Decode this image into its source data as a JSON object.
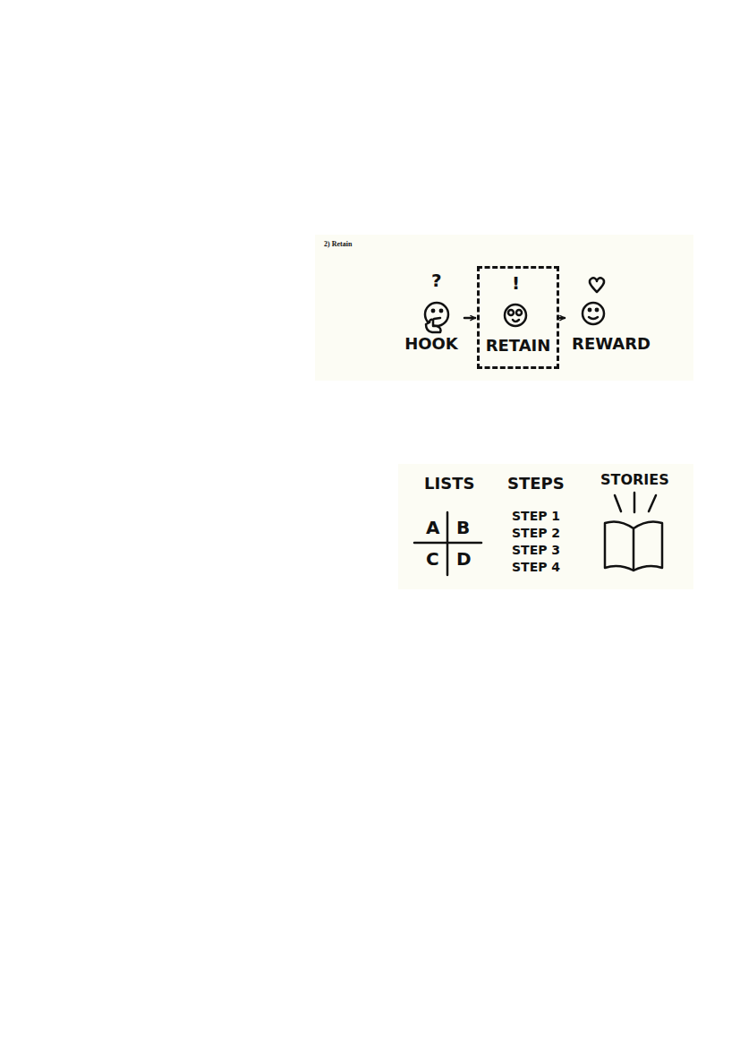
{
  "diagram": {
    "nodes": [
      {
        "text": [
          "HOOK"
        ]
      },
      {
        "text": [
          "RETAIN"
        ]
      },
      {
        "text": [
          "REWARD"
        ]
      }
    ],
    "edges": [
      {
        "from": 0,
        "to": 1,
        "arrow": "to"
      },
      {
        "from": 1,
        "to": 2,
        "arrow": "to"
      }
    ],
    "labels": [
      "2) Retain",
      "?",
      "!",
      "LISTS",
      "A",
      "B",
      "C",
      "D",
      "STEPS",
      "STEP 1",
      "STEP 2",
      "STEP 3",
      "STEP 4",
      "STORIES"
    ]
  }
}
